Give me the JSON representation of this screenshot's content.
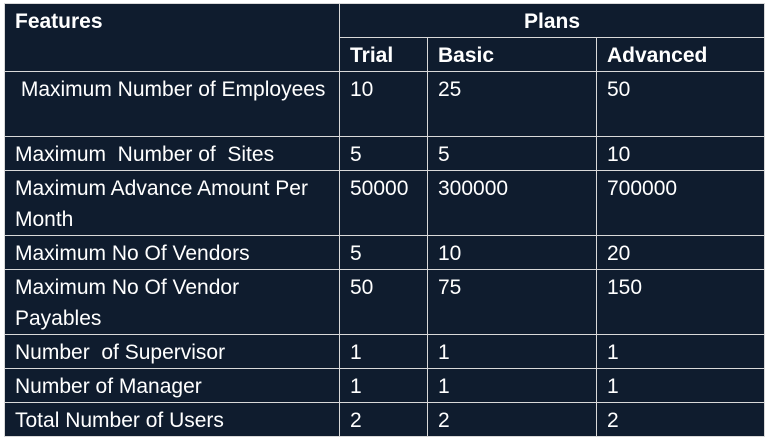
{
  "table": {
    "features_header": "Features",
    "plans_header": "Plans",
    "plan_names": [
      "Trial",
      "Basic",
      "Advanced"
    ],
    "rows": [
      {
        "feature": " Maximum Number of Employees",
        "values": [
          "10",
          "25",
          "50"
        ]
      },
      {
        "feature": "Maximum  Number of  Sites",
        "values": [
          "5",
          "5",
          "10"
        ]
      },
      {
        "feature": "Maximum Advance Amount Per Month",
        "values": [
          "50000",
          "300000",
          "700000"
        ]
      },
      {
        "feature": "Maximum No Of Vendors",
        "values": [
          "5",
          "10",
          "20"
        ]
      },
      {
        "feature": "Maximum No Of Vendor Payables",
        "values": [
          "50",
          "75",
          "150"
        ]
      },
      {
        "feature": "Number  of Supervisor",
        "values": [
          "1",
          "1",
          "1"
        ]
      },
      {
        "feature": "Number of Manager",
        "values": [
          "1",
          "1",
          "1"
        ]
      },
      {
        "feature": "Total Number of Users",
        "values": [
          "2",
          "2",
          "2"
        ]
      }
    ]
  }
}
